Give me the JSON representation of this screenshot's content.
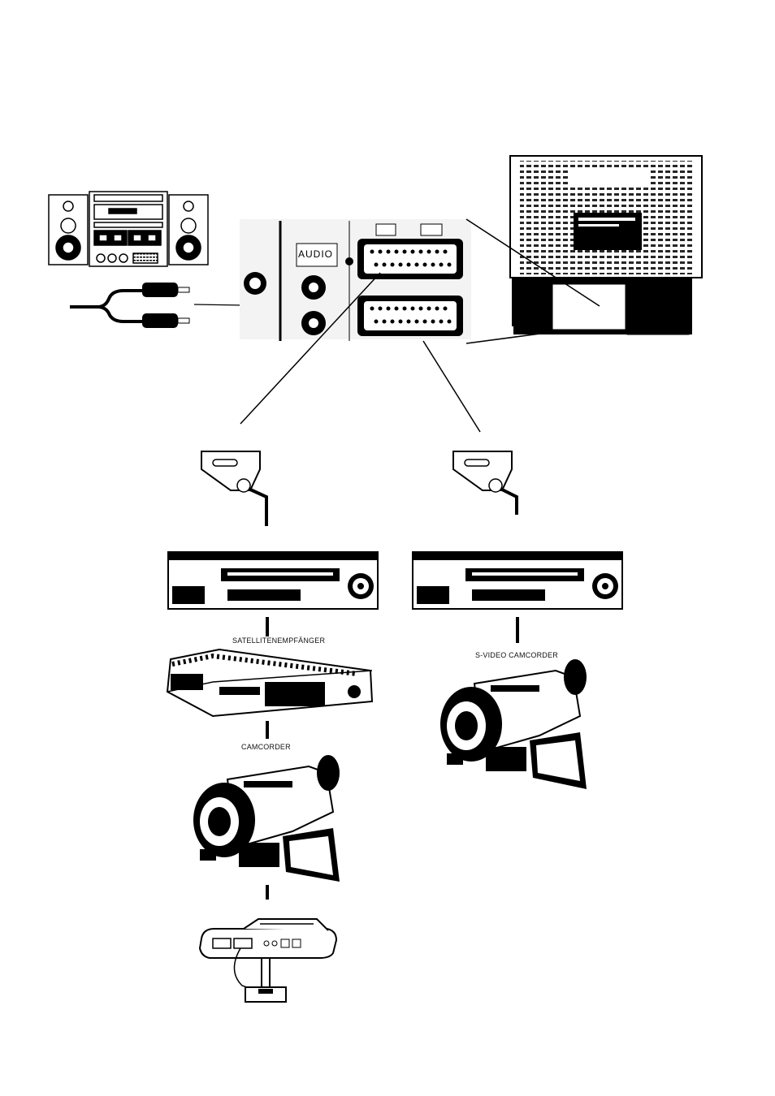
{
  "labels": {
    "satellite": "SATELLITENEMPFÄNGER",
    "camcorder": "CAMCORDER",
    "svideo_camcorder": "S-VIDEO CAMCORDER",
    "audio_panel": "AUDIO"
  },
  "colors": {
    "ink": "#000000",
    "paper": "#ffffff"
  }
}
